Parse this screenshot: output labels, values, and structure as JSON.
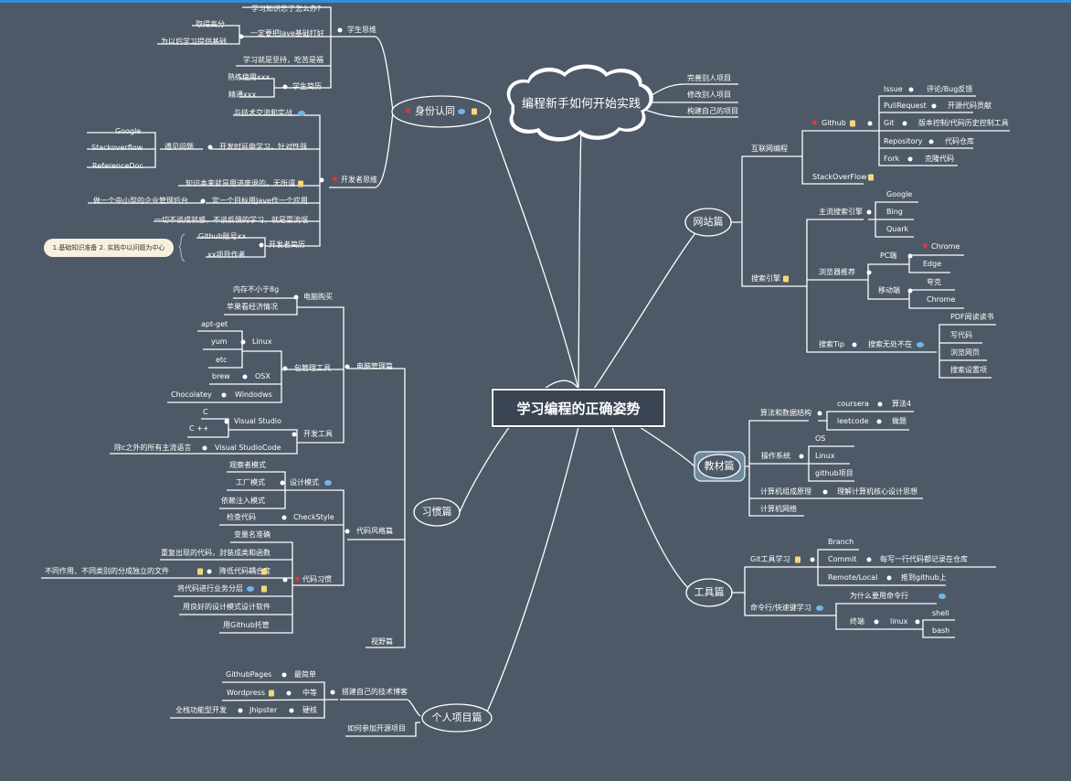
{
  "center": {
    "title": "学习编程的正确姿势"
  },
  "cloud": {
    "title": "编程新手如何开始实践",
    "items": [
      "完善别人项目",
      "修改别人项目",
      "构建自己的项目"
    ]
  },
  "identity": {
    "title": "身份认同",
    "student_mind": {
      "label": "学生思维",
      "items": [
        "学习知识忘了怎么办?",
        "一定要把Jave基础打好",
        "学习就是坚持，吃苦是福",
        "学生简历"
      ],
      "sub_jave": [
        "取得高分",
        "为以后学习提供基础"
      ],
      "sub_resume": [
        "熟练使用xxx",
        "精通xxx"
      ]
    },
    "dev_mind": {
      "label": "开发者思维",
      "items": [
        "与技术交流和实战",
        "开发时延申学习，针对性强",
        "知识本来就是用进废退的，无所谓",
        "定一个目标用Jave作一个应用",
        "一切不谈成就感，不谈反馈的学习，就是耍流氓",
        "开发者简历"
      ],
      "problems": "遇见问题",
      "searches": [
        "Google",
        "Stackoverflow",
        "ReferenceDoc"
      ],
      "project_goal": "做一个中小型的企业管理后台",
      "dev_resume": [
        "Github账号xx",
        "xx项目作者"
      ],
      "note": "1.基础知识准备 2. 实践中以问题为中心"
    }
  },
  "habits": {
    "title": "习惯篇",
    "env": {
      "label": "电脑管理篇",
      "purchase": {
        "label": "电脑购买",
        "items": [
          "内存不小于8g",
          "苹果看经济情况"
        ]
      },
      "pkg": {
        "label": "包管理工具",
        "linux": "Linux",
        "linux_items": [
          "apt-get",
          "yum",
          "etc"
        ],
        "osx": "OSX",
        "osx_item": "brew",
        "win": "Windodws",
        "win_item": "Chocolatey"
      },
      "dev": {
        "label": "开发工具",
        "vs": "Visual Studio",
        "vs_items": [
          "C",
          "C ++"
        ],
        "vsc": "Visual StudioCode",
        "vsc_item": "除c之外的所有主流语言"
      }
    },
    "code_style": {
      "label": "代码风格篇",
      "design": {
        "label": "设计模式",
        "items": [
          "观察者模式",
          "工厂模式",
          "依赖注入模式"
        ]
      },
      "check": {
        "label": "CheckStyle",
        "item": "检查代码"
      },
      "habit": {
        "label": "代码习惯",
        "items": [
          "变量名准确",
          "重复出现的代码，封装成类和函数",
          "降低代码耦合度",
          "将代码进行业务分层",
          "用良好的设计模式设计软件",
          "用Github托管"
        ],
        "decouple": "不同作用、不同类别的分成独立的文件"
      }
    },
    "view": "视野篇"
  },
  "personal": {
    "title": "个人项目篇",
    "blog": {
      "label": "搭建自己的技术博客",
      "levels": [
        {
          "tool": "GithubPages",
          "level": "最简单"
        },
        {
          "tool": "Wordpress",
          "level": "中等"
        },
        {
          "tool": "Jhipster",
          "level": "硬核"
        }
      ],
      "fullstack": "全栈功能型开发"
    },
    "oss": "如何参加开源项目"
  },
  "website": {
    "title": "网站篇",
    "internet": {
      "label": "互联网编程",
      "github": "Github",
      "github_items": [
        {
          "k": "Issue",
          "v": "评论/Bug反馈"
        },
        {
          "k": "PullRequest",
          "v": "开源代码贡献"
        },
        {
          "k": "Git",
          "v": "版本控制/代码历史控制工具"
        },
        {
          "k": "Repository",
          "v": "代码仓库"
        },
        {
          "k": "Fork",
          "v": "克隆代码"
        }
      ],
      "so": "StackOverFlow"
    },
    "search": {
      "label": "搜索引擎",
      "main": "主流搜索引擎",
      "engines": [
        "Google",
        "Bing",
        "Quark"
      ],
      "browser": "浏览器推荐",
      "pc": "PC端",
      "pc_items": [
        "Chrome",
        "Edge"
      ],
      "mobile": "移动端",
      "mobile_items": [
        "夸克",
        "Chrome"
      ],
      "tip": "搜索Tip",
      "anywhere": "搜索无处不在",
      "tip_items": [
        "PDF阅读读书",
        "写代码",
        "浏览网页",
        "搜索设置项"
      ]
    }
  },
  "textbook": {
    "title": "教材篇",
    "algo": {
      "label": "算法和数据结构",
      "items": [
        {
          "k": "coursera",
          "v": "算法4"
        },
        {
          "k": "leetcode",
          "v": "做题"
        }
      ]
    },
    "os": {
      "label": "操作系统",
      "items": [
        "OS",
        "Linux",
        "github项目"
      ]
    },
    "arch": {
      "label": "计算机组成原理",
      "item": "理解计算机核心设计思想"
    },
    "net": "计算机网络"
  },
  "tools": {
    "title": "工具篇",
    "git": {
      "label": "Git工具学习",
      "items": [
        {
          "k": "Branch",
          "v": ""
        },
        {
          "k": "Commit",
          "v": "每写一行代码都记录在仓库"
        },
        {
          "k": "Remote/Local",
          "v": "推到github上"
        }
      ]
    },
    "cli": {
      "label": "命令行/快速键学习",
      "why": "为什么要用命令行",
      "terminal": "终端",
      "linux": "linux",
      "shells": [
        "shell",
        "bash"
      ]
    }
  }
}
